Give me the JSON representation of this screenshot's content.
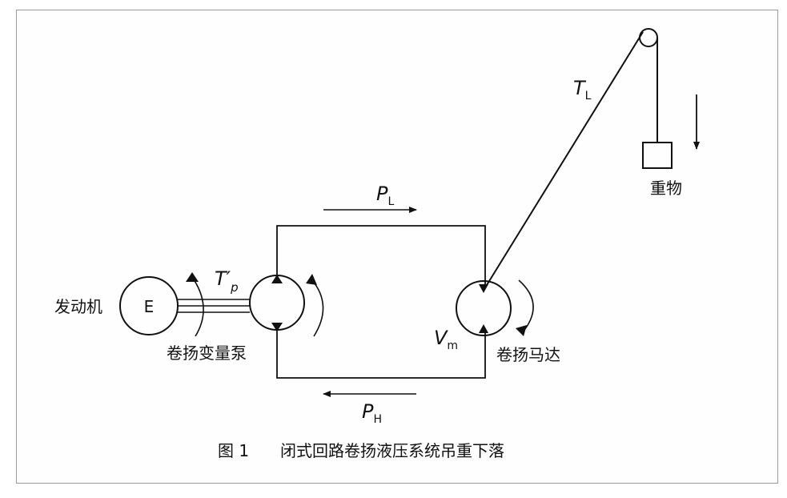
{
  "labels": {
    "engine": "发动机",
    "engine_letter": "E",
    "pump": "卷扬变量泵",
    "motor": "卷扬马达",
    "weight": "重物",
    "pump_torque": "T′",
    "pump_torque_sub": "p",
    "rope_tension": "T",
    "rope_tension_sub": "L",
    "low_pressure": "P",
    "low_pressure_sub": "L",
    "high_pressure": "P",
    "high_pressure_sub": "H",
    "motor_disp": "V",
    "motor_disp_sub": "m"
  },
  "caption": {
    "number": "图 1",
    "text": "闭式回路卷扬液压系统吊重下落"
  }
}
